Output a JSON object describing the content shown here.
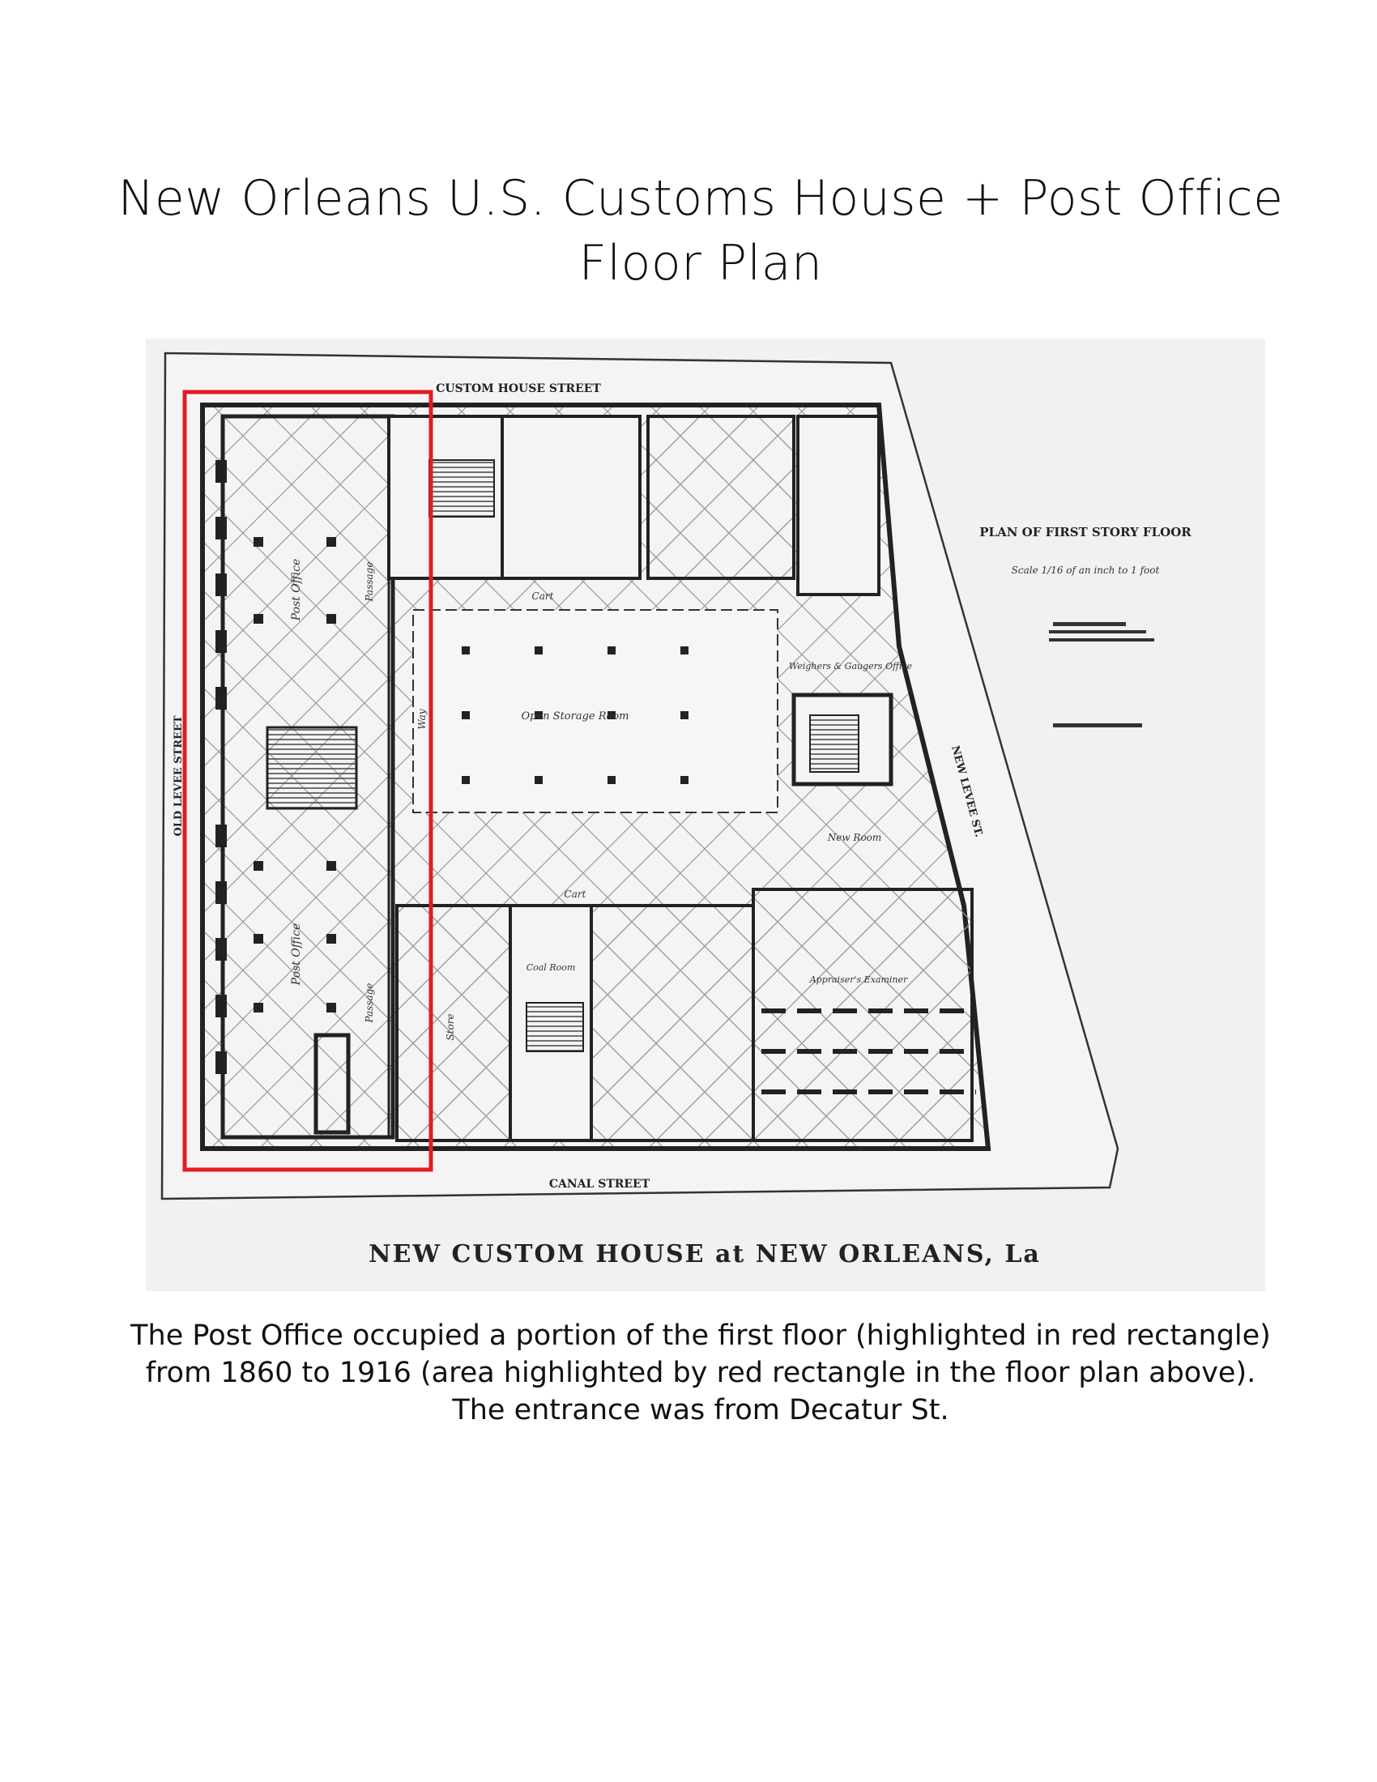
{
  "title": {
    "line1": "New Orleans U.S. Customs House + Post Office",
    "line2": "Floor Plan"
  },
  "plan": {
    "street_north": "CUSTOM HOUSE STREET",
    "street_south": "CANAL STREET",
    "street_west": "OLD LEVEE STREET",
    "street_east": "NEW LEVEE ST.",
    "heading": "PLAN OF FIRST STORY FLOOR",
    "scale_note": "Scale 1/16 of an inch to 1 foot",
    "bottom_title": "NEW CUSTOM HOUSE at NEW ORLEANS, La",
    "rooms": {
      "post_office_north": "Post Office",
      "post_office_south": "Post Office",
      "passage_a": "Passage",
      "passage_b": "Passage",
      "open_storage": "Open Storage Room",
      "cart": "Cart",
      "cart_south": "Cart",
      "way": "Way",
      "stores": "Store",
      "new_room": "New Room",
      "appraisers": "Appraiser's Examiner",
      "weighers": "Weighers & Gaugers Office",
      "coal_room": "Coal Room"
    },
    "highlight_color": "#e31b23"
  },
  "caption": {
    "line1": "The Post Office occupied a portion of the first floor (highlighted in red rectangle)",
    "line2": "from 1860 to 1916  (area highlighted by red rectangle in the floor plan above).",
    "line3": "The entrance was from Decatur St."
  }
}
